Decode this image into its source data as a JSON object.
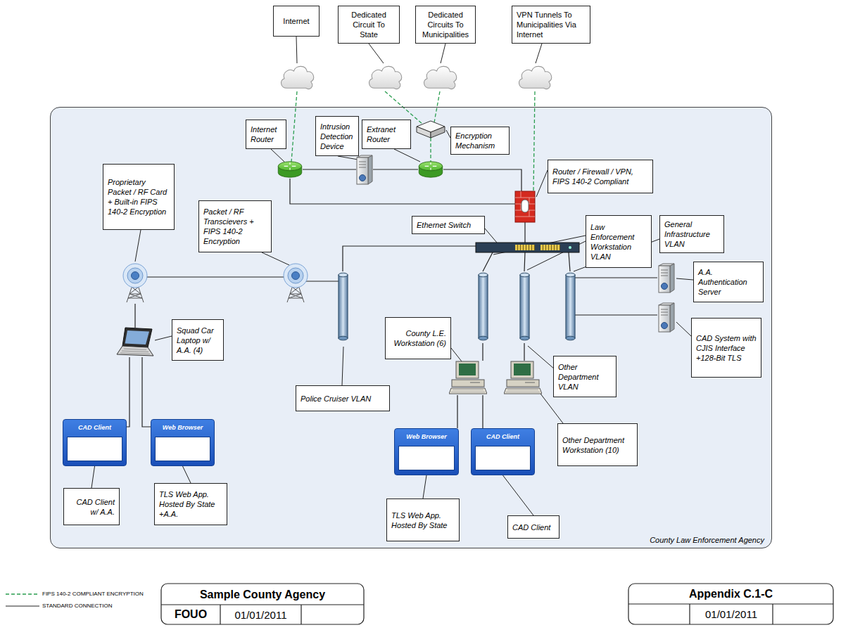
{
  "diagram": {
    "nodes": [
      {
        "text": [
          "Internet"
        ]
      },
      {
        "text": [
          "Dedicated Circuit To State"
        ]
      },
      {
        "text": [
          "Dedicated Circuits To Municipalities"
        ]
      },
      {
        "text": [
          "VPN Tunnels To Municipalities Via Internet"
        ]
      },
      {
        "text": [
          "County Law Enforcement Agency"
        ]
      },
      {
        "text": [
          "Internet Router"
        ],
        "in": 4
      },
      {
        "text": [
          "Intrusion Detection Device"
        ],
        "in": 4
      },
      {
        "text": [
          "Extranet Router"
        ],
        "in": 4
      },
      {
        "text": [
          "Encryption Mechanism"
        ],
        "in": 4
      },
      {
        "text": [
          "Router / Firewall / VPN, FIPS 140-2 Compliant"
        ],
        "in": 4
      },
      {
        "text": [
          "Proprietary Packet / RF Card + Built-in FIPS 140-2 Encryption"
        ],
        "in": 4
      },
      {
        "text": [
          "Packet / RF Transcievers + FIPS 140-2 Encryption"
        ],
        "in": 4
      },
      {
        "text": [
          "Ethernet Switch"
        ],
        "in": 4
      },
      {
        "text": [
          "Law Enforcement Workstation VLAN"
        ],
        "in": 4
      },
      {
        "text": [
          "General Infrastructure VLAN"
        ],
        "in": 4
      },
      {
        "text": [
          "A.A. Authentication Server"
        ],
        "in": 4
      },
      {
        "text": [
          "Squad Car Laptop w/ A.A. (4)"
        ],
        "in": 4
      },
      {
        "text": [
          "County L.E. Workstation (6)"
        ],
        "in": 4
      },
      {
        "text": [
          "CAD System with CJIS Interface +128-Bit TLS"
        ],
        "in": 4
      },
      {
        "text": [
          "Other Department VLAN"
        ],
        "in": 4
      },
      {
        "text": [
          "Police Cruiser VLAN"
        ],
        "in": 4
      },
      {
        "text": [
          "Other Department Workstation (10)"
        ],
        "in": 4
      },
      {
        "text": [
          "CAD Client"
        ],
        "in": 4
      },
      {
        "text": [
          "Web Browser"
        ],
        "in": 4
      },
      {
        "text": [
          "CAD Client w/ A.A."
        ],
        "in": 4
      },
      {
        "text": [
          "TLS Web App. Hosted By State +A.A."
        ],
        "in": 4
      },
      {
        "text": [
          "Web Browser"
        ],
        "in": 4
      },
      {
        "text": [
          "CAD Client"
        ],
        "in": 4
      },
      {
        "text": [
          "TLS Web App. Hosted By State"
        ],
        "in": 4
      },
      {
        "text": [
          "CAD Client"
        ],
        "in": 4
      }
    ],
    "edges": [
      {
        "from": 22,
        "to": 24,
        "arrow": "none"
      },
      {
        "from": 23,
        "to": 25,
        "arrow": "none"
      },
      {
        "from": 26,
        "to": 28,
        "arrow": "none"
      },
      {
        "from": 27,
        "to": 29,
        "arrow": "none"
      }
    ],
    "labels": [
      "Sample County Agency",
      "FOUO",
      "01/01/2011",
      "Appendix C.1-C",
      "01/01/2011"
    ],
    "legend": [
      {
        "text": "FIPS 140-2 COMPLIANT ENCRYPTION"
      },
      {
        "text": "STANDARD CONNECTION"
      }
    ]
  }
}
